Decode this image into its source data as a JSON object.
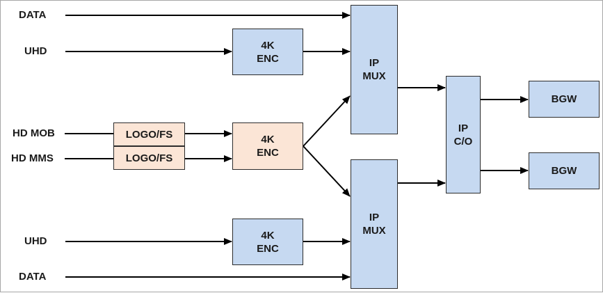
{
  "inputs": {
    "data_top": "DATA",
    "uhd_top": "UHD",
    "hd_mob": "HD MOB",
    "hd_mms": "HD MMS",
    "uhd_bottom": "UHD",
    "data_bottom": "DATA"
  },
  "blocks": {
    "enc_top": {
      "line1": "4K",
      "line2": "ENC"
    },
    "logo_fs_1": "LOGO/FS",
    "logo_fs_2": "LOGO/FS",
    "enc_middle": {
      "line1": "4K",
      "line2": "ENC"
    },
    "enc_bottom": {
      "line1": "4K",
      "line2": "ENC"
    },
    "mux_top": {
      "line1": "IP",
      "line2": "MUX"
    },
    "mux_bottom": {
      "line1": "IP",
      "line2": "MUX"
    },
    "ip_co": {
      "line1": "IP",
      "line2": "C/O"
    },
    "bgw_top": "BGW",
    "bgw_bottom": "BGW"
  },
  "colors": {
    "encoder_fill": "#c6d9f1",
    "hd_encoder_fill": "#fbe5d6",
    "line": "#000000"
  }
}
